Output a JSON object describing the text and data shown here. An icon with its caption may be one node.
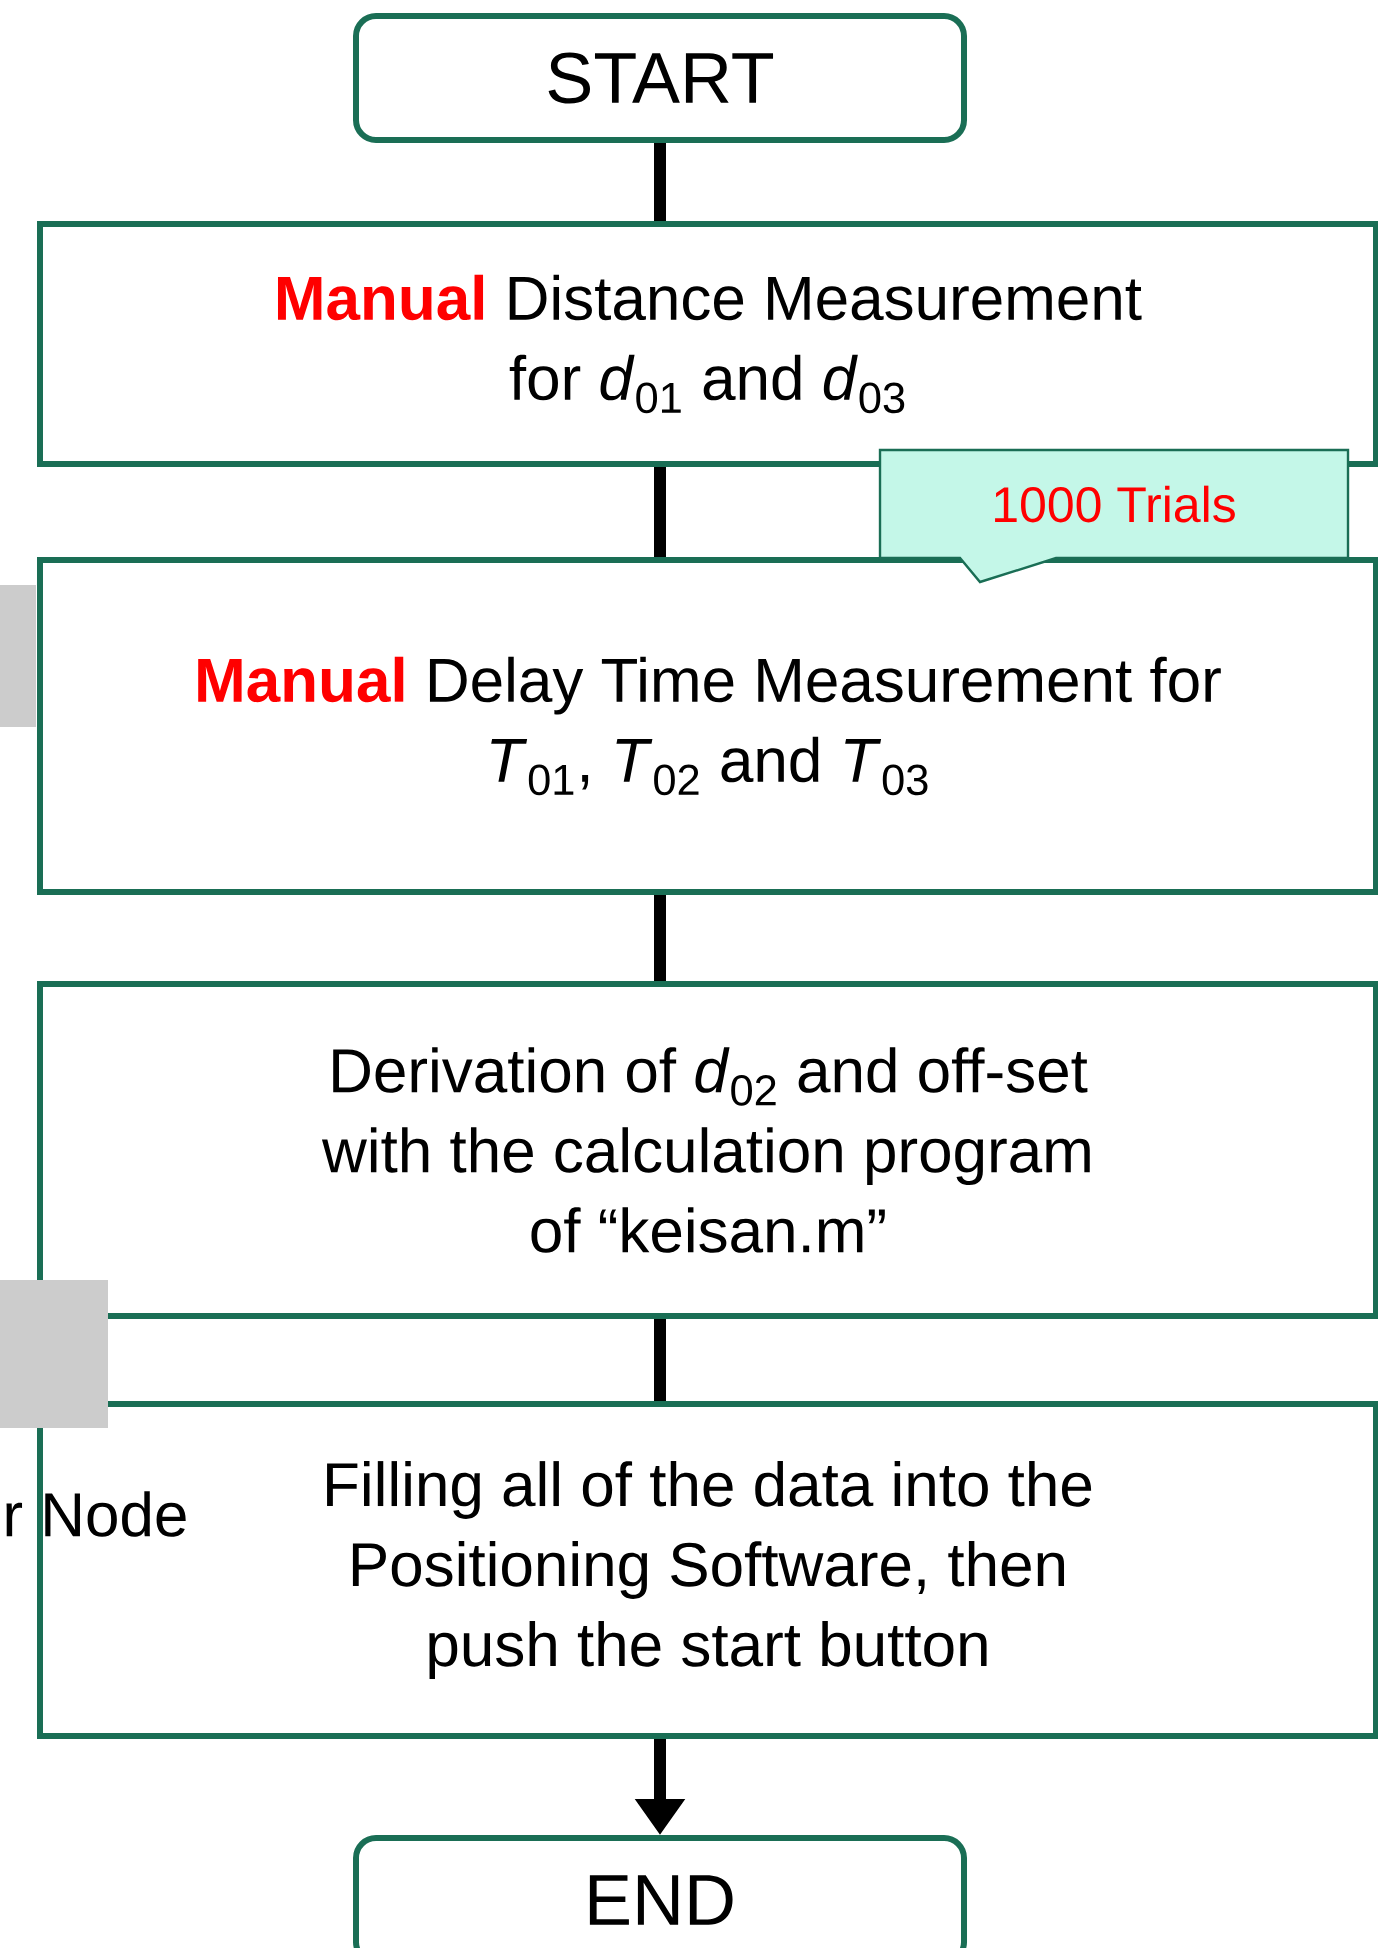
{
  "diagram": {
    "nodes": [
      {
        "text": [
          "START"
        ]
      },
      {
        "text": [
          "Manual",
          "Distance Measurement for *d*$_{01}$ and *d*$_{03}$"
        ]
      },
      {
        "text": [
          "1000 Trials"
        ]
      },
      {
        "text": [
          "Manual",
          "Delay Time Measurement for *T*$_{01}$, *T*$_{02}$ and *T*$_{03}$"
        ]
      },
      {
        "text": [
          "Derivation of *d*$_{02}$ and off-set with the calculation program of “keisan.m”"
        ]
      },
      {
        "text": [
          "Filling all of the data into the Positioning Software, then push the start button"
        ]
      },
      {
        "text": [
          "END"
        ]
      },
      {
        "text": [],
        "shape": "box"
      },
      {
        "text": [],
        "shape": "box"
      }
    ],
    "edges": [
      {
        "from": 0,
        "to": 1,
        "arrow": "none"
      },
      {
        "from": 1,
        "to": 3,
        "arrow": "none"
      },
      {
        "from": 3,
        "to": 4,
        "arrow": "none"
      },
      {
        "from": 4,
        "to": 5,
        "arrow": "none"
      },
      {
        "from": 5,
        "to": 6,
        "arrow": "to"
      }
    ],
    "labels": [
      "r Node"
    ]
  }
}
